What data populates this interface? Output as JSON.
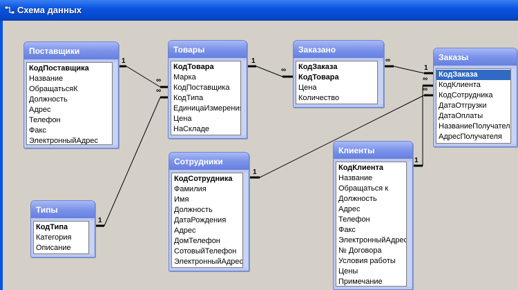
{
  "window": {
    "title": "Схема данных"
  },
  "tables": {
    "postavshiki": {
      "title": "Поставщики",
      "fields": [
        {
          "name": "КодПоставщика",
          "pk": true
        },
        {
          "name": "Название"
        },
        {
          "name": "ОбращатьсяК"
        },
        {
          "name": "Должность"
        },
        {
          "name": "Адрес"
        },
        {
          "name": "Телефон"
        },
        {
          "name": "Факс"
        },
        {
          "name": "ЭлектронныйАдрес"
        }
      ]
    },
    "tovary": {
      "title": "Товары",
      "fields": [
        {
          "name": "КодТовара",
          "pk": true
        },
        {
          "name": "Марка"
        },
        {
          "name": "КодПоставщика"
        },
        {
          "name": "КодТипа"
        },
        {
          "name": "ЕдиницаИзмерения"
        },
        {
          "name": "Цена"
        },
        {
          "name": "НаСкладе"
        }
      ]
    },
    "zakazano": {
      "title": "Заказано",
      "fields": [
        {
          "name": "КодЗаказа",
          "pk": true
        },
        {
          "name": "КодТовара",
          "pk": true
        },
        {
          "name": "Цена"
        },
        {
          "name": "Количество"
        }
      ]
    },
    "zakazy": {
      "title": "Заказы",
      "fields": [
        {
          "name": "КодЗаказа",
          "pk": true,
          "selected": true
        },
        {
          "name": "КодКлиента"
        },
        {
          "name": "КодСотрудника"
        },
        {
          "name": "ДатаОтгрузки"
        },
        {
          "name": "ДатаОплаты"
        },
        {
          "name": "НазваниеПолучателя"
        },
        {
          "name": "АдресПолучателя"
        }
      ]
    },
    "tipy": {
      "title": "Типы",
      "fields": [
        {
          "name": "КодТипа",
          "pk": true
        },
        {
          "name": "Категория"
        },
        {
          "name": "Описание"
        }
      ]
    },
    "sotrudniki": {
      "title": "Сотрудники",
      "fields": [
        {
          "name": "КодСотрудника",
          "pk": true
        },
        {
          "name": "Фамилия"
        },
        {
          "name": "Имя"
        },
        {
          "name": "Должность"
        },
        {
          "name": "ДатаРождения"
        },
        {
          "name": "Адрес"
        },
        {
          "name": "ДомТелефон"
        },
        {
          "name": "СотовыйТелефон"
        },
        {
          "name": "ЭлектронныйАдрес"
        }
      ]
    },
    "klienty": {
      "title": "Клиенты",
      "fields": [
        {
          "name": "КодКлиента",
          "pk": true
        },
        {
          "name": "Название"
        },
        {
          "name": "Обращаться к"
        },
        {
          "name": "Должность"
        },
        {
          "name": "Адрес"
        },
        {
          "name": "Телефон"
        },
        {
          "name": "Факс"
        },
        {
          "name": "ЭлектронныйАдрес"
        },
        {
          "name": "№ Договора"
        },
        {
          "name": "Условия работы"
        },
        {
          "name": "Цены"
        },
        {
          "name": "Примечание"
        }
      ]
    }
  },
  "relationships": {
    "one_symbol": "1",
    "many_symbol": "∞",
    "items": [
      {
        "from": "Поставщики.КодПоставщика",
        "to": "Товары.КодПоставщика",
        "type": "one-to-many"
      },
      {
        "from": "Типы.КодТипа",
        "to": "Товары.КодТипа",
        "type": "one-to-many"
      },
      {
        "from": "Товары.КодТовара",
        "to": "Заказано.КодТовара",
        "type": "one-to-many"
      },
      {
        "from": "Заказы.КодЗаказа",
        "to": "Заказано.КодЗаказа",
        "type": "one-to-many"
      },
      {
        "from": "Сотрудники.КодСотрудника",
        "to": "Заказы.КодСотрудника",
        "type": "one-to-many"
      },
      {
        "from": "Клиенты.КодКлиента",
        "to": "Заказы.КодКлиента",
        "type": "one-to-many"
      }
    ]
  }
}
